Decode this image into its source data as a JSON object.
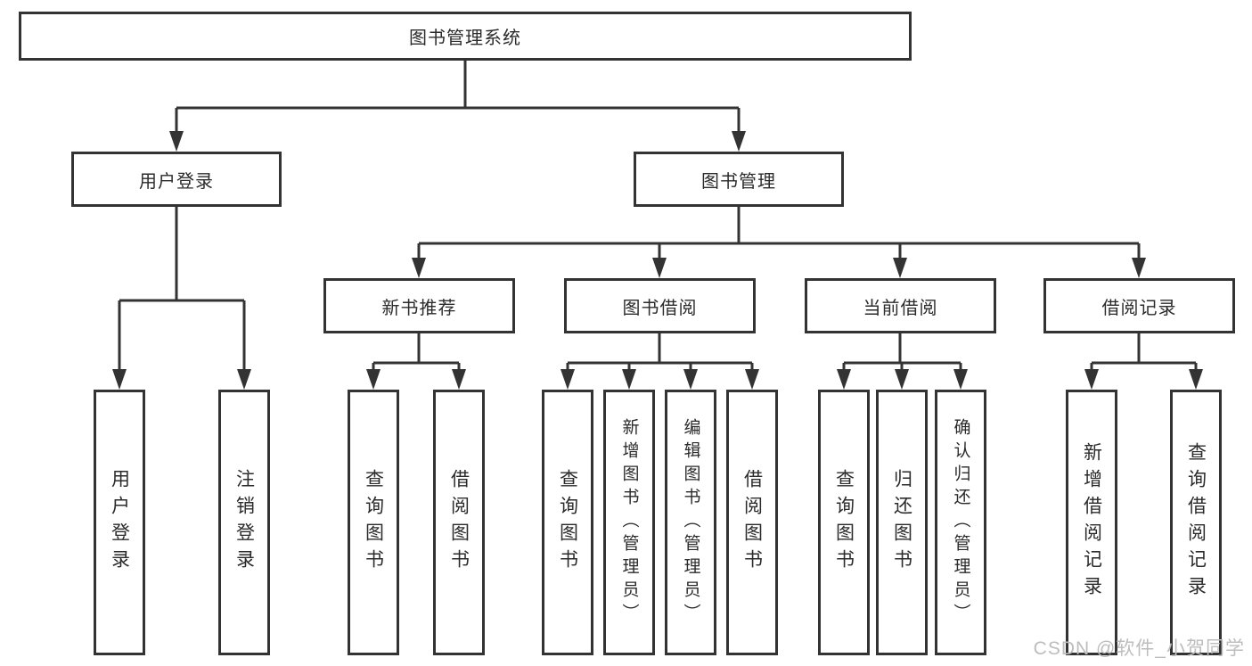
{
  "diagram_title": "图书管理系统",
  "watermark": "CSDN @软件_小贺同学",
  "colors": {
    "line": "#333333",
    "box_border": "#333333",
    "text": "#2b2b2b",
    "watermark": "#bdbdbd",
    "background": "#ffffff"
  },
  "root": {
    "label": "图书管理系统"
  },
  "level2": [
    {
      "label": "用户登录"
    },
    {
      "label": "图书管理"
    }
  ],
  "level3": [
    {
      "label": "新书推荐"
    },
    {
      "label": "图书借阅"
    },
    {
      "label": "当前借阅"
    },
    {
      "label": "借阅记录"
    }
  ],
  "leaves": {
    "login": [
      {
        "label": "用户登录"
      },
      {
        "label": "注销登录"
      }
    ],
    "recommend": [
      {
        "label": "查询图书"
      },
      {
        "label": "借阅图书"
      }
    ],
    "borrow": [
      {
        "label": "查询图书"
      },
      {
        "label": "新增图书（管理员）"
      },
      {
        "label": "编辑图书（管理员）"
      },
      {
        "label": "借阅图书"
      }
    ],
    "current": [
      {
        "label": "查询图书"
      },
      {
        "label": "归还图书"
      },
      {
        "label": "确认归还（管理员）"
      }
    ],
    "records": [
      {
        "label": "新增借阅记录"
      },
      {
        "label": "查询借阅记录"
      }
    ]
  }
}
